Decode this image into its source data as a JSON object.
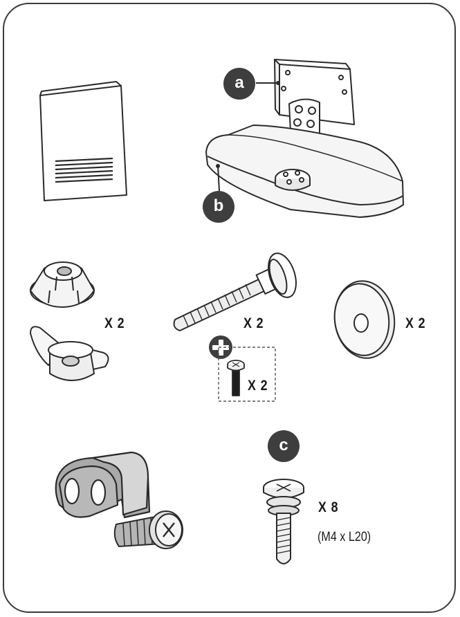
{
  "colors": {
    "line": "#2a2a2a",
    "badge": "#3e3e3e",
    "fill_light": "#f4f4f4",
    "fill_mid": "#d8d8d8",
    "fill_dark": "#a9a9a9"
  },
  "labels": {
    "a": "a",
    "b": "b",
    "c": "c"
  },
  "quantities": {
    "cap_and_wingnut": "X 2",
    "bolt": "X 2",
    "washer": "X 2",
    "small_screw": "X 2",
    "screw_c": "X 8"
  },
  "specs": {
    "screw_c_size": "(M4 x L20)"
  },
  "icons": [
    "manual-booklet-icon",
    "stand-neck-icon",
    "stand-base-icon",
    "cone-cap-icon",
    "wing-nut-icon",
    "carriage-bolt-icon",
    "plus-icon",
    "small-screw-icon",
    "washer-icon",
    "cable-holder-icon",
    "holder-screw-icon",
    "screw-c-icon"
  ]
}
